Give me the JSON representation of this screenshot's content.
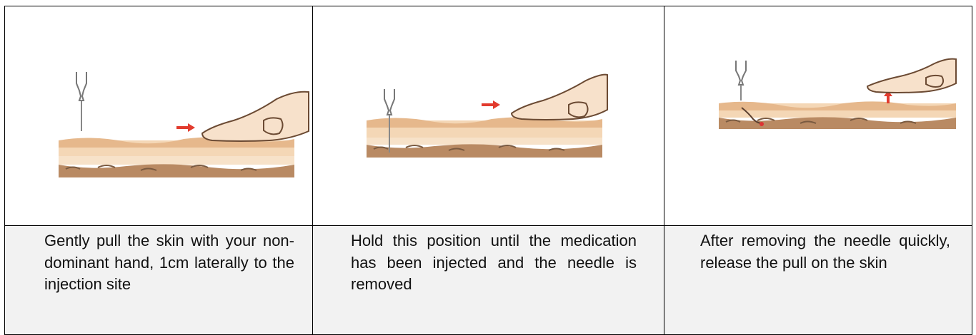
{
  "steps": [
    {
      "caption": "Gently pull the skin with your non-dominant hand, 1cm laterally to the injection site"
    },
    {
      "caption": "Hold this position until the medication has been injected and the needle is removed"
    },
    {
      "caption": "After removing the needle quickly, release the pull on the skin"
    }
  ],
  "colors": {
    "arrow": "#e23b2e",
    "skin_light": "#f4d7b6",
    "skin_mid": "#e6b88c",
    "skin_dark": "#b98a63",
    "border": "#000000",
    "caption_bg": "#f2f2f2"
  }
}
